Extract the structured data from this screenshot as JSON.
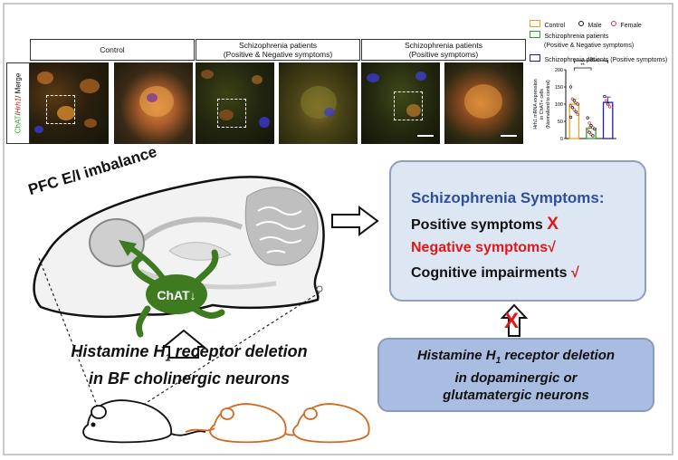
{
  "groups": [
    {
      "label": "Control"
    },
    {
      "label": "Schizophrenia patients\n(Positive & Negative symptoms)"
    },
    {
      "label": "Schizophrenia patients\n(Positive symptoms)"
    }
  ],
  "stain_label": {
    "chat": "ChAT",
    "sep1": "/",
    "hrh1": "Hrh1",
    "sep2": "/ Merge"
  },
  "legend": {
    "control": "Control",
    "male": "Male",
    "female": "Female",
    "sz_pos_neg": "Schizophrenia patients",
    "sz_pos_neg_sub": "(Positive & Negative symptoms)",
    "sz_pos": "Schizophrenia patients (Positive symptoms)"
  },
  "colors": {
    "control": "#f0a020",
    "sz_pos_neg": "#2ca02c",
    "sz_pos": "#1f1fa8",
    "female": "#e0303a",
    "brain_fill": "#f2f2f2",
    "chat_green": "#3e7a1f",
    "symptom_red": "#e01818",
    "title_blue": "#2f4f9a"
  },
  "chart_data": {
    "type": "bar",
    "categories": [
      "Control",
      "Schizophrenia patients (Positive & Negative symptoms)",
      "Schizophrenia patients (Positive symptoms)"
    ],
    "values": [
      100,
      30,
      105
    ],
    "ylim": [
      0,
      200
    ],
    "yticks": [
      "0",
      "50",
      "100",
      "150",
      "200"
    ],
    "ylabel_lines": [
      "Hrh1 mRNA expression",
      "in ChAT+ cells",
      "(Normalized to control)"
    ],
    "significance": [
      {
        "label": "**",
        "from": 0,
        "to": 1
      },
      {
        "label": "ns",
        "from": 0,
        "to": 2
      }
    ],
    "points": [
      [
        150,
        115,
        110,
        104,
        100,
        95,
        90,
        84,
        78,
        70,
        62
      ],
      [
        60,
        45,
        38,
        32,
        28,
        22,
        18,
        12,
        8
      ],
      [
        122,
        110,
        100,
        92
      ]
    ]
  },
  "diagram": {
    "pfc_label": "PFC E/I imbalance",
    "chat_label": "ChAT↓",
    "deletion_bf_line1": "Histamine H",
    "deletion_bf_sub": "1",
    "deletion_bf_line1_rest": " receptor deletion",
    "deletion_bf_line2": "in BF cholinergic neurons",
    "symptoms_title": "Schizophrenia Symptoms:",
    "positive": "Positive symptoms",
    "positive_mark": "X",
    "negative": "Negative symptoms√",
    "cognitive": "Cognitive impairments",
    "cognitive_mark": "√",
    "deletion_da_line1": "Histamine H",
    "deletion_da_sub": "1",
    "deletion_da_line1_rest": " receptor deletion",
    "deletion_da_line2": "in dopaminergic or",
    "deletion_da_line3": "glutamatergic neurons",
    "up_arrow_mark": "X"
  }
}
